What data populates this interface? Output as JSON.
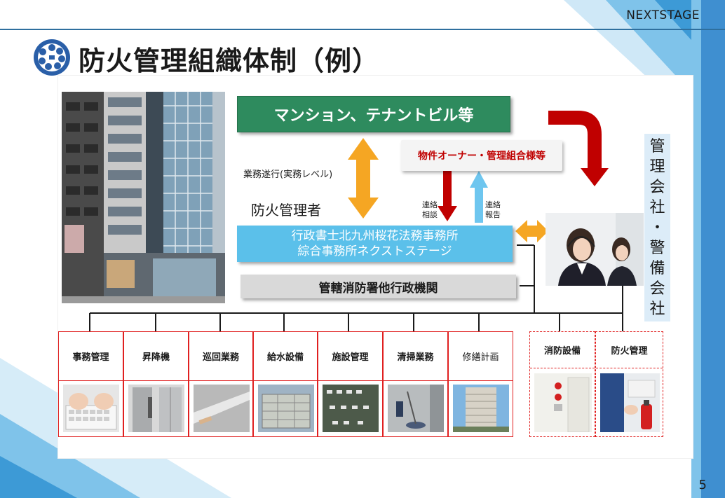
{
  "brand": "NEXTSTAGE",
  "title": "防火管理組織体制（例）",
  "page_number": "5",
  "colors": {
    "accent": "#2e6f9e",
    "green": "#2e8b5e",
    "blue": "#5bc0ea",
    "red": "#c00000",
    "orange": "#f5a623"
  },
  "diagram": {
    "mansion": "マンション、テナントビル等",
    "owner": "物件オーナー・管理組合様等",
    "business": "業務遂行(実務レベル)",
    "fire_manager": "防火管理者",
    "office_line1": "行政書士北九州桜花法務事務所",
    "office_line2": "綜合事務所ネクストステージ",
    "fire_dept": "管轄消防署他行政機関",
    "contact_consult_1": "連絡",
    "contact_consult_2": "相談",
    "contact_report_1": "連絡",
    "contact_report_2": "報告",
    "mgmt_company": [
      "管",
      "理",
      "会",
      "社",
      "・",
      "警",
      "備",
      "会",
      "社"
    ]
  },
  "categories": [
    {
      "label": "事務管理",
      "icon": "keyboard-photo"
    },
    {
      "label": "昇降機",
      "icon": "elevator-photo"
    },
    {
      "label": "巡回業務",
      "icon": "ceiling-light-photo"
    },
    {
      "label": "給水設備",
      "icon": "water-tank-photo"
    },
    {
      "label": "施設管理",
      "icon": "parking-photo"
    },
    {
      "label": "清掃業務",
      "icon": "cleaning-photo"
    },
    {
      "label": "修繕計画",
      "icon": "tower-building-photo"
    }
  ],
  "categories_dashed": [
    {
      "label": "消防設備",
      "icon": "fire-alarm-photo"
    },
    {
      "label": "防火管理",
      "icon": "extinguisher-photo"
    }
  ]
}
